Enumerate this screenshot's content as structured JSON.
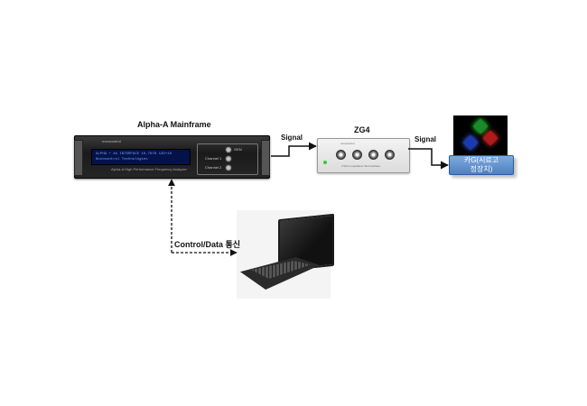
{
  "mainframe": {
    "title": "Alpha-A Mainframe",
    "brand": "novocontrol",
    "lcd_line1": "ALPHA + 4k INTERFACE  10-7678  12D+10",
    "lcd_line2": "Novocontrol Technologies",
    "panel_labels": [
      "GEN",
      "Channel 1",
      "Channel 2"
    ],
    "caption": "Alpha-A High Performance Frequency Analyzer"
  },
  "zg4": {
    "title": "ZG4",
    "brand": "novocontrol",
    "caption": "4 Wire Impedance Test Interface"
  },
  "links": {
    "signal_1": "Signal",
    "signal_2": "Signal",
    "control": "Control/Data 통신"
  },
  "device": {
    "label_line1": "카G(시료고",
    "label_line2": "정장치)"
  },
  "colors": {
    "arrow": "#111111",
    "label_box": "#5b8bcf",
    "led_red": "#e02020",
    "led_green": "#18c040",
    "led_blue": "#2050ff"
  }
}
